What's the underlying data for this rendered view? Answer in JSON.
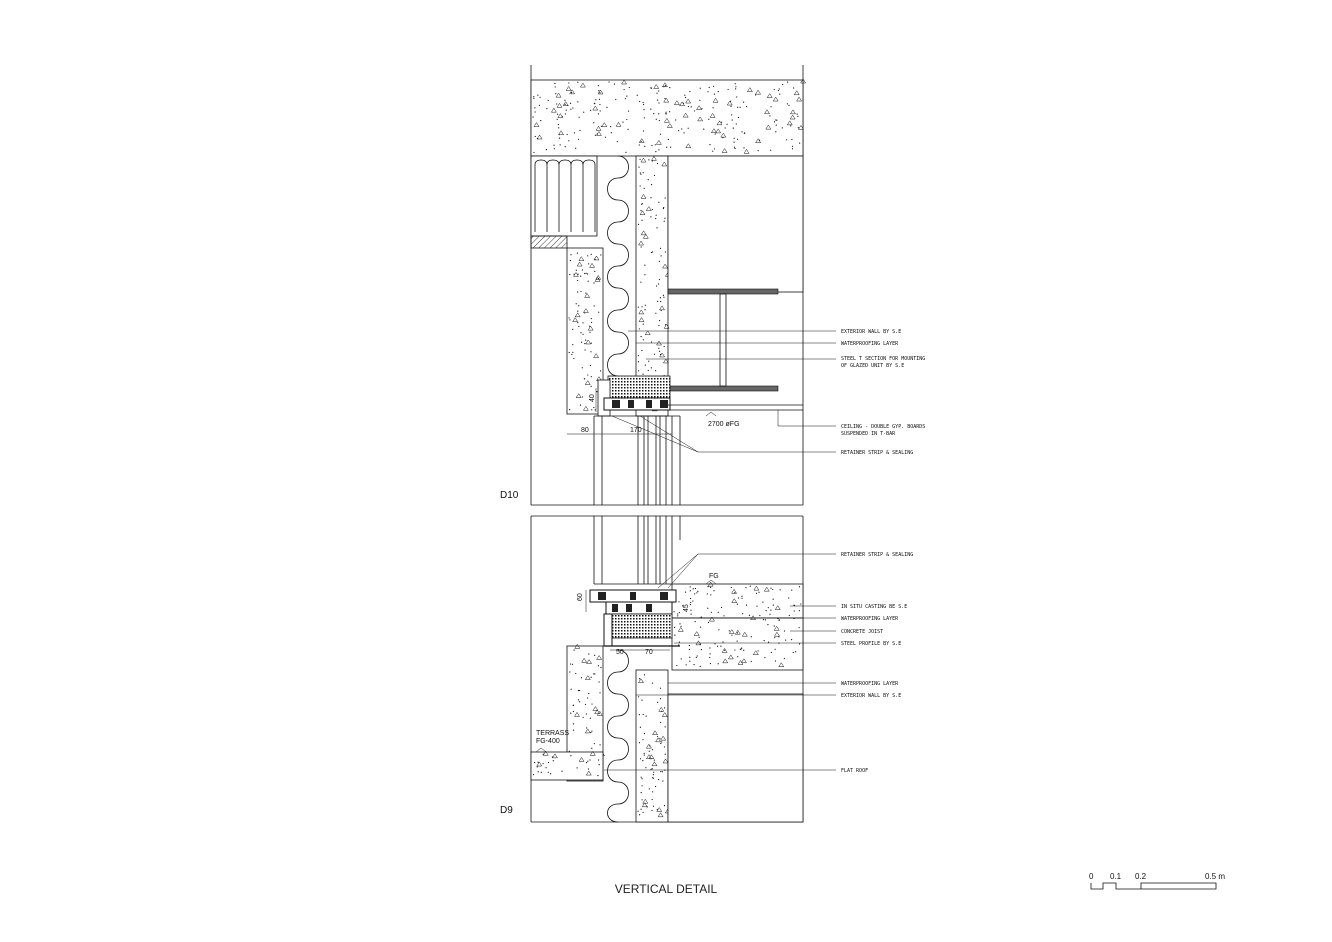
{
  "title": "VERTICAL DETAIL",
  "levels": {
    "upper": "D10",
    "lower": "D9"
  },
  "upper_callouts": [
    "EXTERIOR WALL BY S.E",
    "WATERPROOFING LAYER",
    "STEEL T SECTION FOR MOUNTING",
    "OF GLAZED UNIT BY S.E",
    "CEILING - DOUBLE GYP. BOARDS",
    "SUSPENDED IN T-BAR",
    "RETAINER STRIP & SEALING"
  ],
  "lower_callouts": [
    "RETAINER STRIP & SEALING",
    "IN SITU CASTING BE S.E",
    "WATERPROOFING LAYER",
    "CONCRETE JOIST",
    "STEEL PROFILE BY S.E",
    "WATERPROOFING LAYER",
    "EXTERIOR WALL BY S.E",
    "FLAT ROOF"
  ],
  "dimensions": {
    "d80": "80",
    "d170": "170",
    "d40": "40",
    "ceiling_level": "2700 øFG",
    "fg": "FG",
    "d60": "60",
    "d45": "45",
    "d50": "50",
    "d70": "70",
    "terrace_a": "TERRASS",
    "terrace_b": "FG-400"
  },
  "scale_bar": {
    "t0": "0",
    "t1": "0.1",
    "t2": "0.2",
    "t3": "0.5 m"
  }
}
